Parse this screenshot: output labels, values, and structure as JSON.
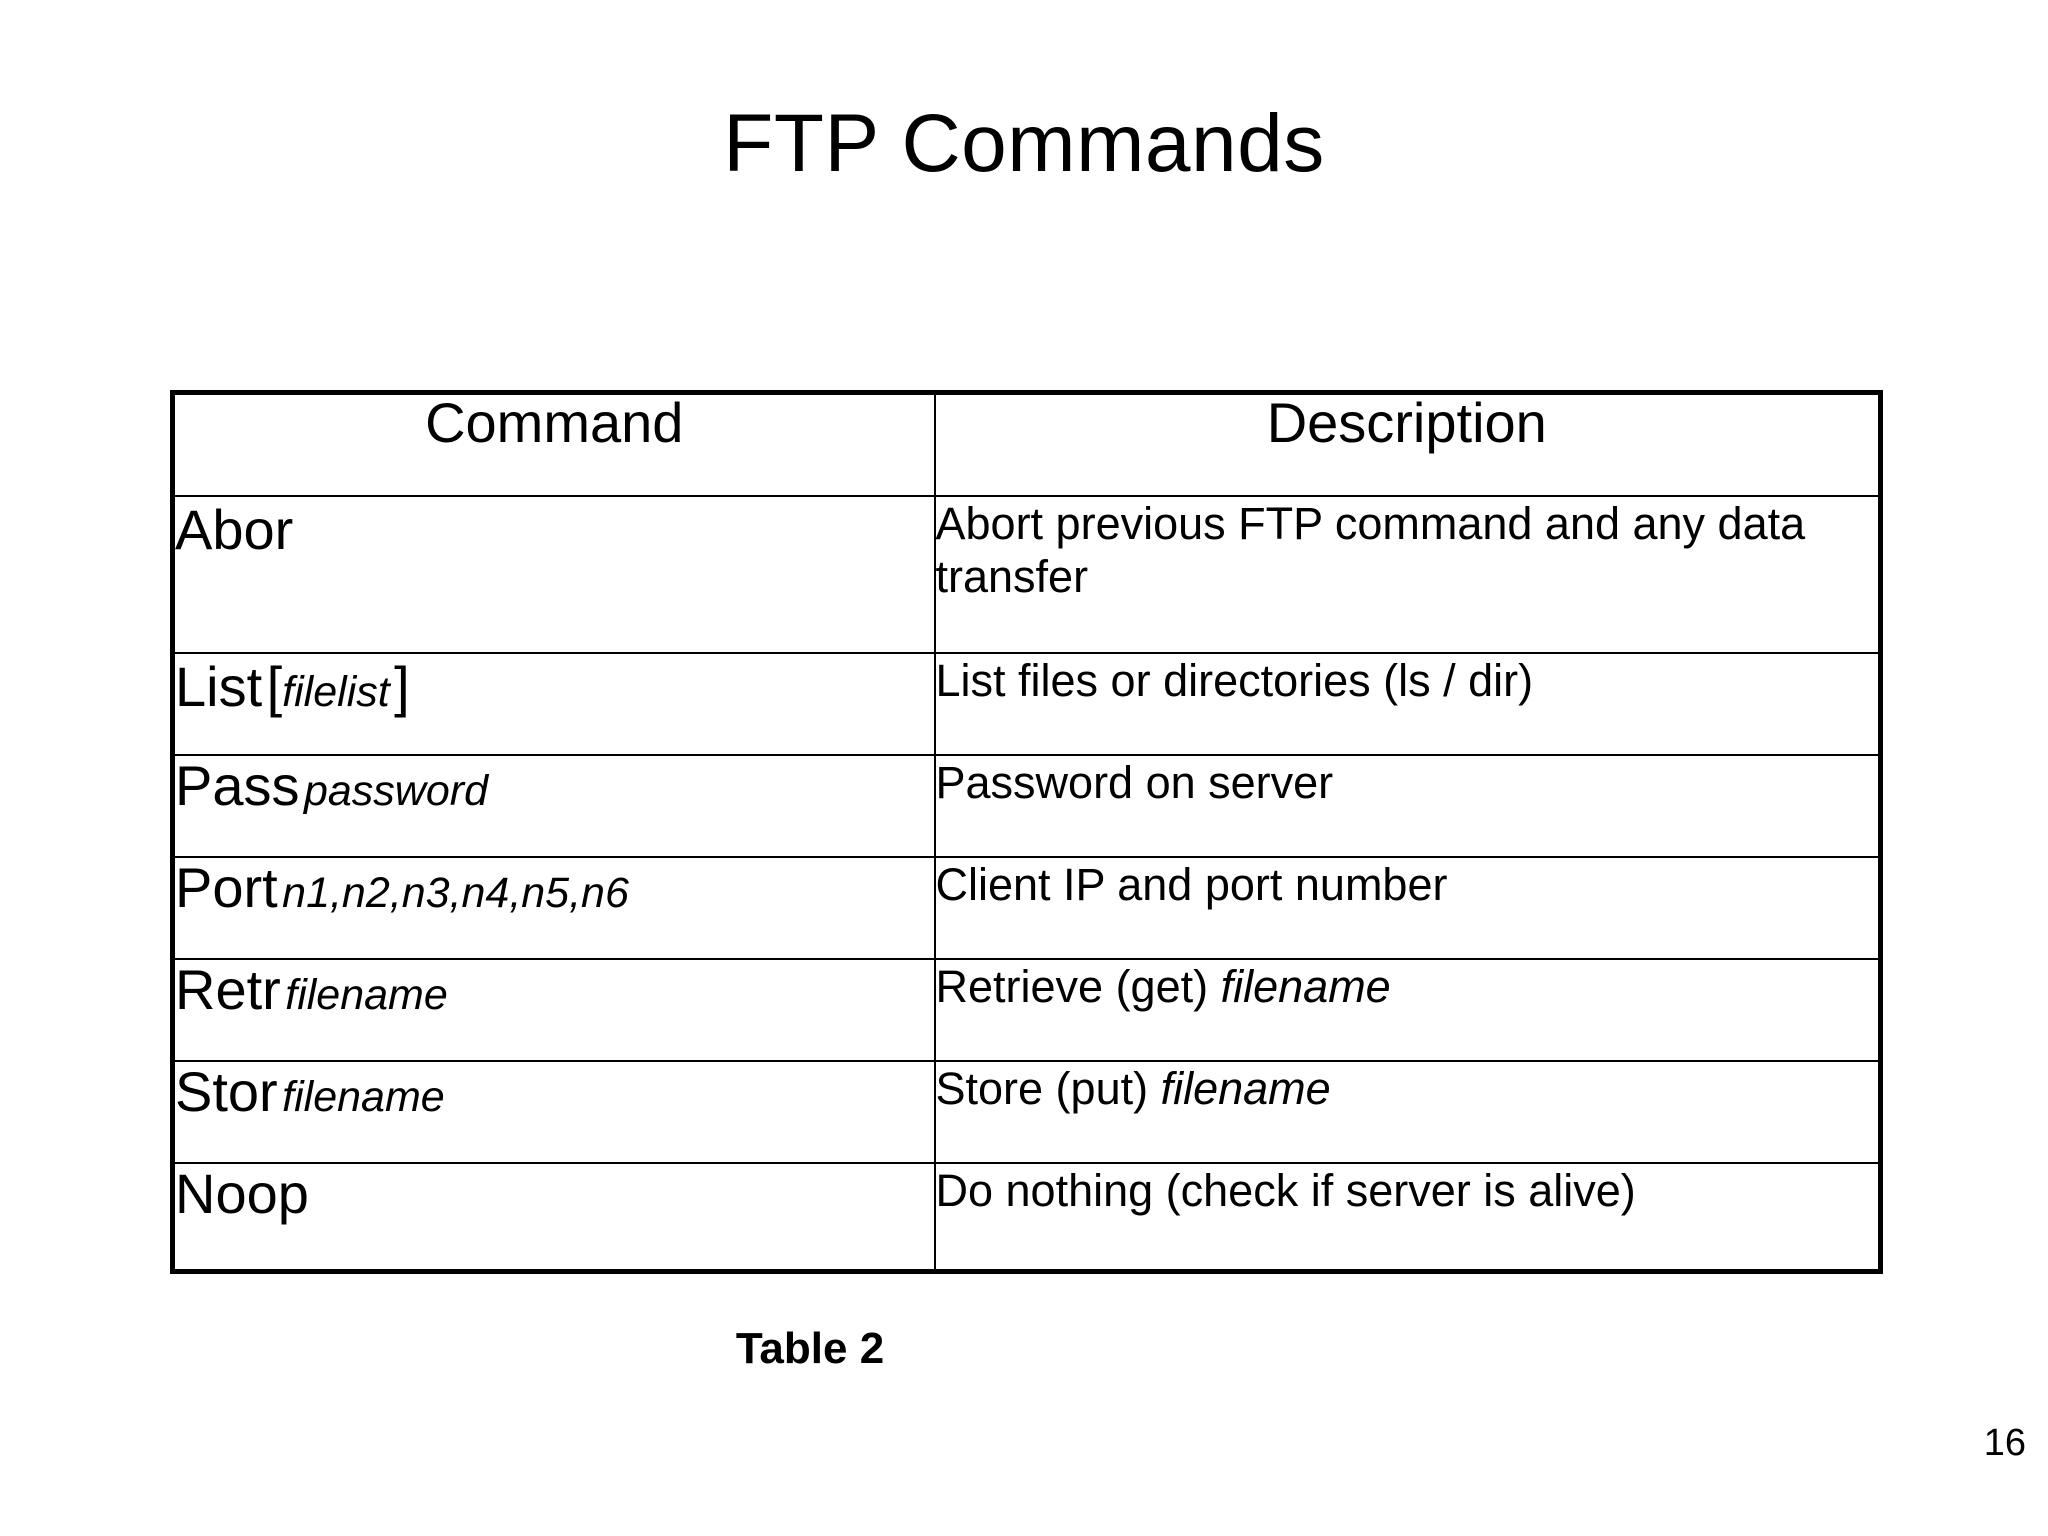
{
  "slide": {
    "title": "FTP Commands",
    "caption": "Table 2",
    "page_number": "16"
  },
  "table": {
    "headers": {
      "command": "Command",
      "description": "Description"
    },
    "rows": [
      {
        "command_main": "Abor",
        "command_arg": "",
        "command_open_bracket": "",
        "command_close_bracket": "",
        "description_pre": "Abort previous FTP command and any data transfer",
        "description_em": "",
        "description_post": ""
      },
      {
        "command_main": "List",
        "command_arg": "filelist",
        "command_open_bracket": "[",
        "command_close_bracket": "]",
        "description_pre": "List files or directories (ls / dir)",
        "description_em": "",
        "description_post": ""
      },
      {
        "command_main": "Pass",
        "command_arg": "password",
        "command_open_bracket": "",
        "command_close_bracket": "",
        "description_pre": "Password on server",
        "description_em": "",
        "description_post": ""
      },
      {
        "command_main": "Port",
        "command_arg": "n1,n2,n3,n4,n5,n6",
        "command_open_bracket": "",
        "command_close_bracket": "",
        "description_pre": "Client IP and port number",
        "description_em": "",
        "description_post": ""
      },
      {
        "command_main": "Retr",
        "command_arg": "filename",
        "command_open_bracket": "",
        "command_close_bracket": "",
        "description_pre": "Retrieve (get) ",
        "description_em": "filename",
        "description_post": ""
      },
      {
        "command_main": "Stor",
        "command_arg": "filename",
        "command_open_bracket": "",
        "command_close_bracket": "",
        "description_pre": "Store (put) ",
        "description_em": "filename",
        "description_post": ""
      },
      {
        "command_main": "Noop",
        "command_arg": "",
        "command_open_bracket": "",
        "command_close_bracket": "",
        "description_pre": "Do nothing (check if server is alive)",
        "description_em": "",
        "description_post": ""
      }
    ]
  },
  "colors": {
    "background": "#ffffff",
    "text": "#000000",
    "border": "#000000"
  }
}
